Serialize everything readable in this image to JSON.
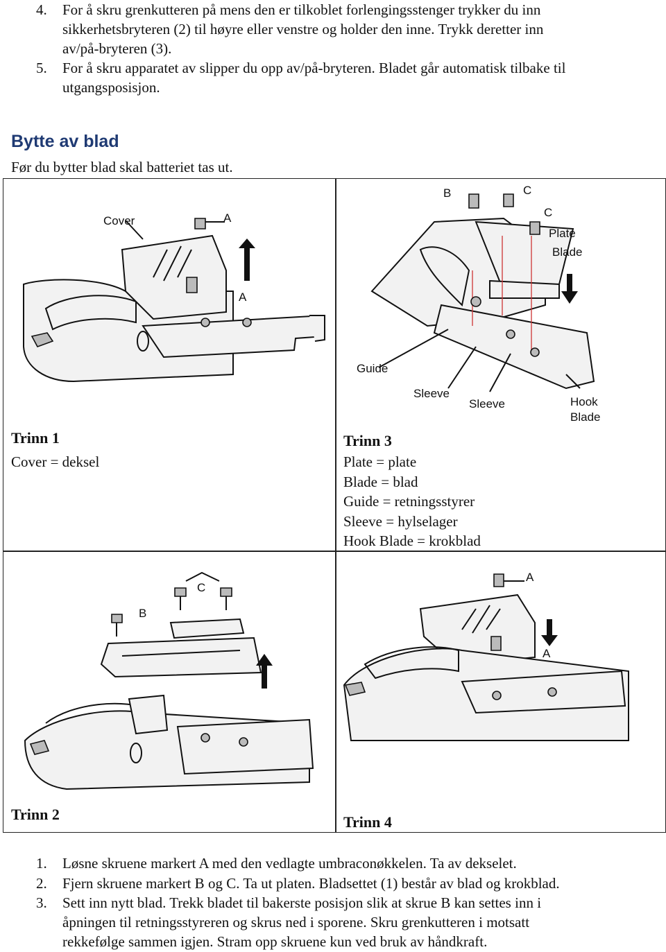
{
  "steps_top": [
    {
      "num": "4.",
      "lines": [
        "For å skru grenkutteren på mens den er tilkoblet forlengingsstenger trykker du inn",
        "sikkerhetsbryteren (2) til høyre eller venstre og holder den inne. Trykk deretter inn",
        "av/på-bryteren (3)."
      ]
    },
    {
      "num": "5.",
      "lines": [
        "For å skru apparatet av slipper du opp av/på-bryteren. Bladet går automatisk tilbake til",
        "utgangsposisjon."
      ]
    }
  ],
  "section": {
    "title": "Bytte av blad",
    "intro": "Før du bytter blad skal batteriet tas ut."
  },
  "panels": {
    "trinn1": {
      "title": "Trinn 1",
      "legend": [
        "Cover = deksel"
      ],
      "callouts": {
        "cover": "Cover",
        "a_top": "A",
        "a_mid": "A"
      }
    },
    "trinn3": {
      "title": "Trinn 3",
      "legend": [
        "Plate = plate",
        "Blade = blad",
        "Guide = retningsstyrer",
        "Sleeve = hylselager",
        "Hook Blade = krokblad"
      ],
      "callouts": {
        "b": "B",
        "c1": "C",
        "c2": "C",
        "plate": "Plate",
        "blade": "Blade",
        "guide": "Guide",
        "sleeve1": "Sleeve",
        "sleeve2": "Sleeve",
        "hook1": "Hook",
        "hook2": "Blade"
      }
    },
    "trinn2": {
      "title": "Trinn 2",
      "callouts": {
        "b": "B",
        "c": "C"
      }
    },
    "trinn4": {
      "title": "Trinn 4",
      "callouts": {
        "a_top": "A",
        "a_mid": "A"
      }
    }
  },
  "steps_bottom": [
    {
      "num": "1.",
      "lines": [
        "Løsne skruene markert A med den vedlagte umbraconøkkelen. Ta av dekselet."
      ]
    },
    {
      "num": "2.",
      "lines": [
        "Fjern skruene markert B og C. Ta ut platen. Bladsettet (1) består av blad og krokblad."
      ]
    },
    {
      "num": "3.",
      "lines": [
        "Sett inn nytt blad. Trekk bladet til bakerste posisjon slik at skrue B kan settes inn i",
        "åpningen til retningsstyreren og skrus ned i sporene. Skru grenkutteren i motsatt",
        "rekkefølge sammen igjen. Stram opp skruene kun ved bruk av håndkraft."
      ]
    }
  ]
}
